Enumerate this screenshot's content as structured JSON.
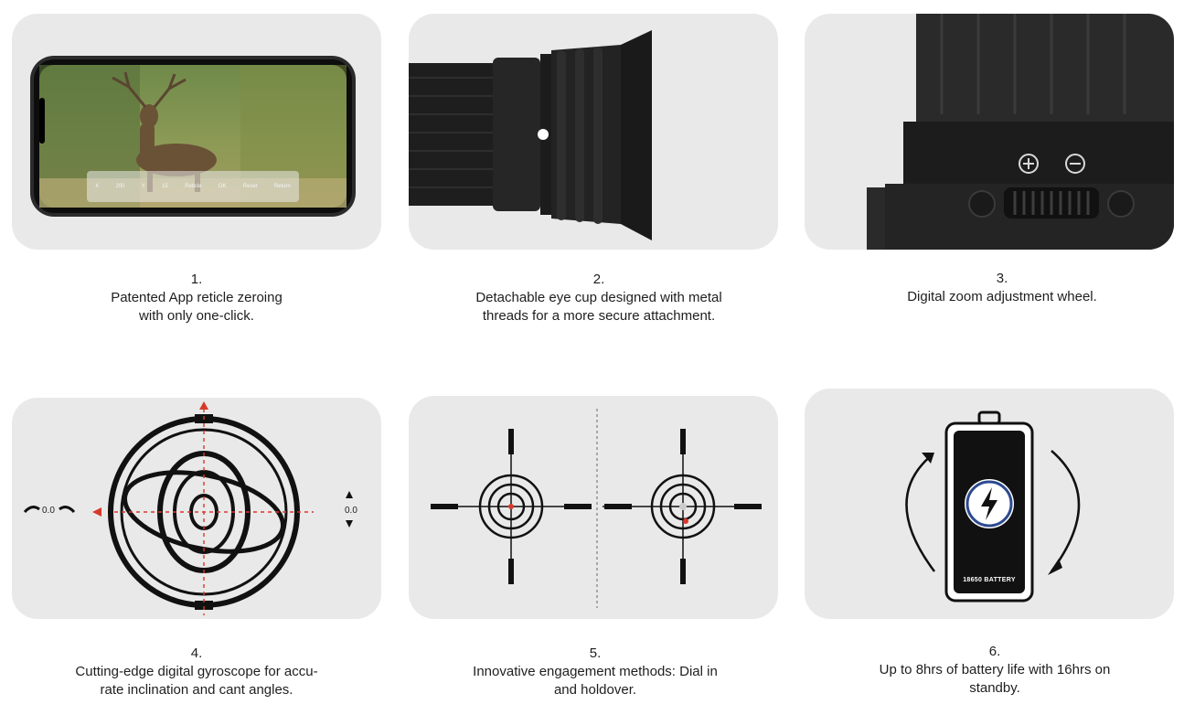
{
  "features": [
    {
      "num": "1.",
      "lines": [
        "Patented App reticle zeroing",
        "with only one-click."
      ]
    },
    {
      "num": "2.",
      "lines": [
        "Detachable eye cup designed with metal",
        "threads for a more secure attachment."
      ]
    },
    {
      "num": "3.",
      "lines": [
        "Digital zoom adjustment wheel."
      ]
    },
    {
      "num": "4.",
      "lines": [
        "Cutting-edge digital gyroscope for accu-",
        "rate inclination and cant angles."
      ]
    },
    {
      "num": "5.",
      "lines": [
        "Innovative engagement methods: Dial in",
        "and holdover."
      ]
    },
    {
      "num": "6.",
      "lines": [
        "Up to 8hrs of battery life with 16hrs on",
        "standby."
      ]
    }
  ],
  "phone_ui": [
    "X",
    "200",
    "Y",
    "15",
    "Reticle",
    "OK",
    "Reset",
    "Return"
  ],
  "gyro": {
    "cant_value": "0.0",
    "incline_value": "0.0"
  },
  "battery_label": "18650 BATTERY",
  "colors": {
    "card_bg": "#e9e9e9",
    "accent_red": "#d9382c",
    "dark": "#1a1a1a"
  }
}
